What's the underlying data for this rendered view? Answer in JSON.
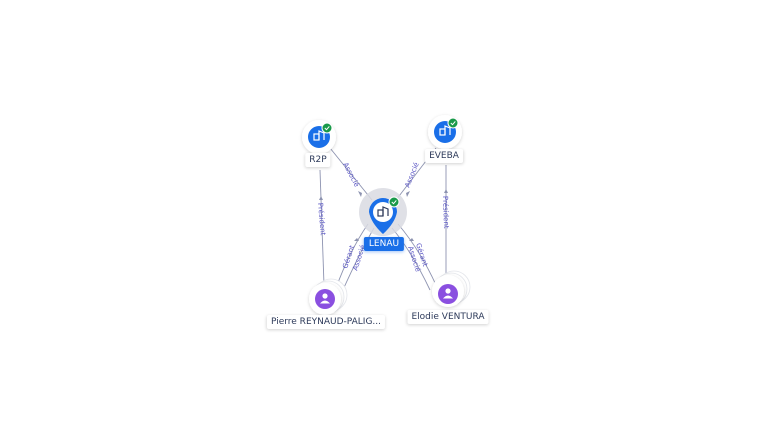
{
  "graph": {
    "nodes": {
      "r2p": {
        "label": "R2P",
        "type": "company",
        "verified": true
      },
      "eveba": {
        "label": "EVEBA",
        "type": "company",
        "verified": true
      },
      "lenau": {
        "label": "LENAU",
        "type": "company",
        "verified": true,
        "focus": true
      },
      "pierre": {
        "label": "Pierre REYNAUD-PALIG...",
        "type": "person"
      },
      "elodie": {
        "label": "Elodie VENTURA",
        "type": "person"
      }
    },
    "edges": {
      "r2p_lenau": {
        "label": "Associé"
      },
      "eveba_lenau": {
        "label": "Associé"
      },
      "pierre_r2p": {
        "label": "Président"
      },
      "elodie_eveba": {
        "label": "Président"
      },
      "pierre_lenau_1": {
        "label": "Gérant"
      },
      "pierre_lenau_2": {
        "label": "Associé"
      },
      "elodie_lenau_1": {
        "label": "Gérant"
      },
      "elodie_lenau_2": {
        "label": "Associé"
      }
    }
  },
  "colors": {
    "company": "#1a6fe8",
    "person": "#8a4fe0",
    "verified": "#1a9a4a",
    "edge": "#8d93b0",
    "edge_text": "#5b57c4"
  }
}
